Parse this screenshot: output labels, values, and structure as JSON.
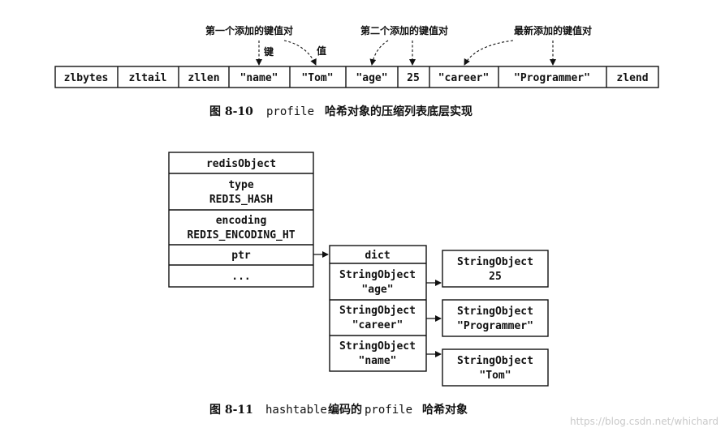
{
  "figure1": {
    "entries": [
      "zlbytes",
      "zltail",
      "zllen",
      "\"name\"",
      "\"Tom\"",
      "\"age\"",
      "25",
      "\"career\"",
      "\"Programmer\"",
      "zlend"
    ],
    "labels": {
      "first_pair": "第一个添加的键值对",
      "second_pair": "第二个添加的键值对",
      "newest_pair": "最新添加的键值对",
      "key": "键",
      "value": "值"
    },
    "caption_num": "图 8-10",
    "caption_code": "profile",
    "caption_text": "哈希对象的压缩列表底层实现"
  },
  "figure2": {
    "redis_object": {
      "header": "redisObject",
      "type_label": "type",
      "type_value": "REDIS_HASH",
      "encoding_label": "encoding",
      "encoding_value": "REDIS_ENCODING_HT",
      "ptr": "ptr",
      "ellipsis": "..."
    },
    "dict": {
      "header": "dict",
      "keys": [
        {
          "line1": "StringObject",
          "line2": "\"age\""
        },
        {
          "line1": "StringObject",
          "line2": "\"career\""
        },
        {
          "line1": "StringObject",
          "line2": "\"name\""
        }
      ]
    },
    "values": [
      {
        "line1": "StringObject",
        "line2": "25"
      },
      {
        "line1": "StringObject",
        "line2": "\"Programmer\""
      },
      {
        "line1": "StringObject",
        "line2": "\"Tom\""
      }
    ],
    "caption_num": "图 8-11",
    "caption_code1": "hashtable",
    "caption_text1": "编码的",
    "caption_code2": "profile",
    "caption_text2": "哈希对象"
  },
  "watermark": "https://blog.csdn.net/whichard"
}
